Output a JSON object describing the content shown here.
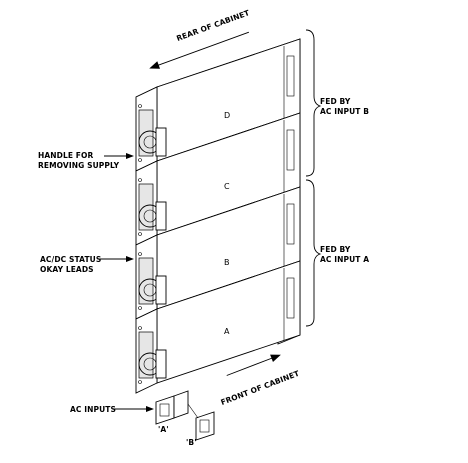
{
  "figure": {
    "modules": [
      {
        "id": "D",
        "label": "D"
      },
      {
        "id": "C",
        "label": "C"
      },
      {
        "id": "B",
        "label": "B"
      },
      {
        "id": "A",
        "label": "A"
      }
    ],
    "arrows": {
      "rear": "REAR OF CABINET",
      "front": "FRONT OF CABINET"
    },
    "callouts": {
      "handle_line1": "HANDLE FOR",
      "handle_line2": "REMOVING SUPPLY",
      "status_line1": "AC/DC STATUS",
      "status_line2": "OKAY LEADS",
      "ac_inputs": "AC INPUTS",
      "input_a": "'A'",
      "input_b": "'B'"
    },
    "brackets": {
      "fed_b_line1": "FED BY",
      "fed_b_line2": "AC INPUT B",
      "fed_a_line1": "FED BY",
      "fed_a_line2": "AC INPUT A"
    }
  }
}
